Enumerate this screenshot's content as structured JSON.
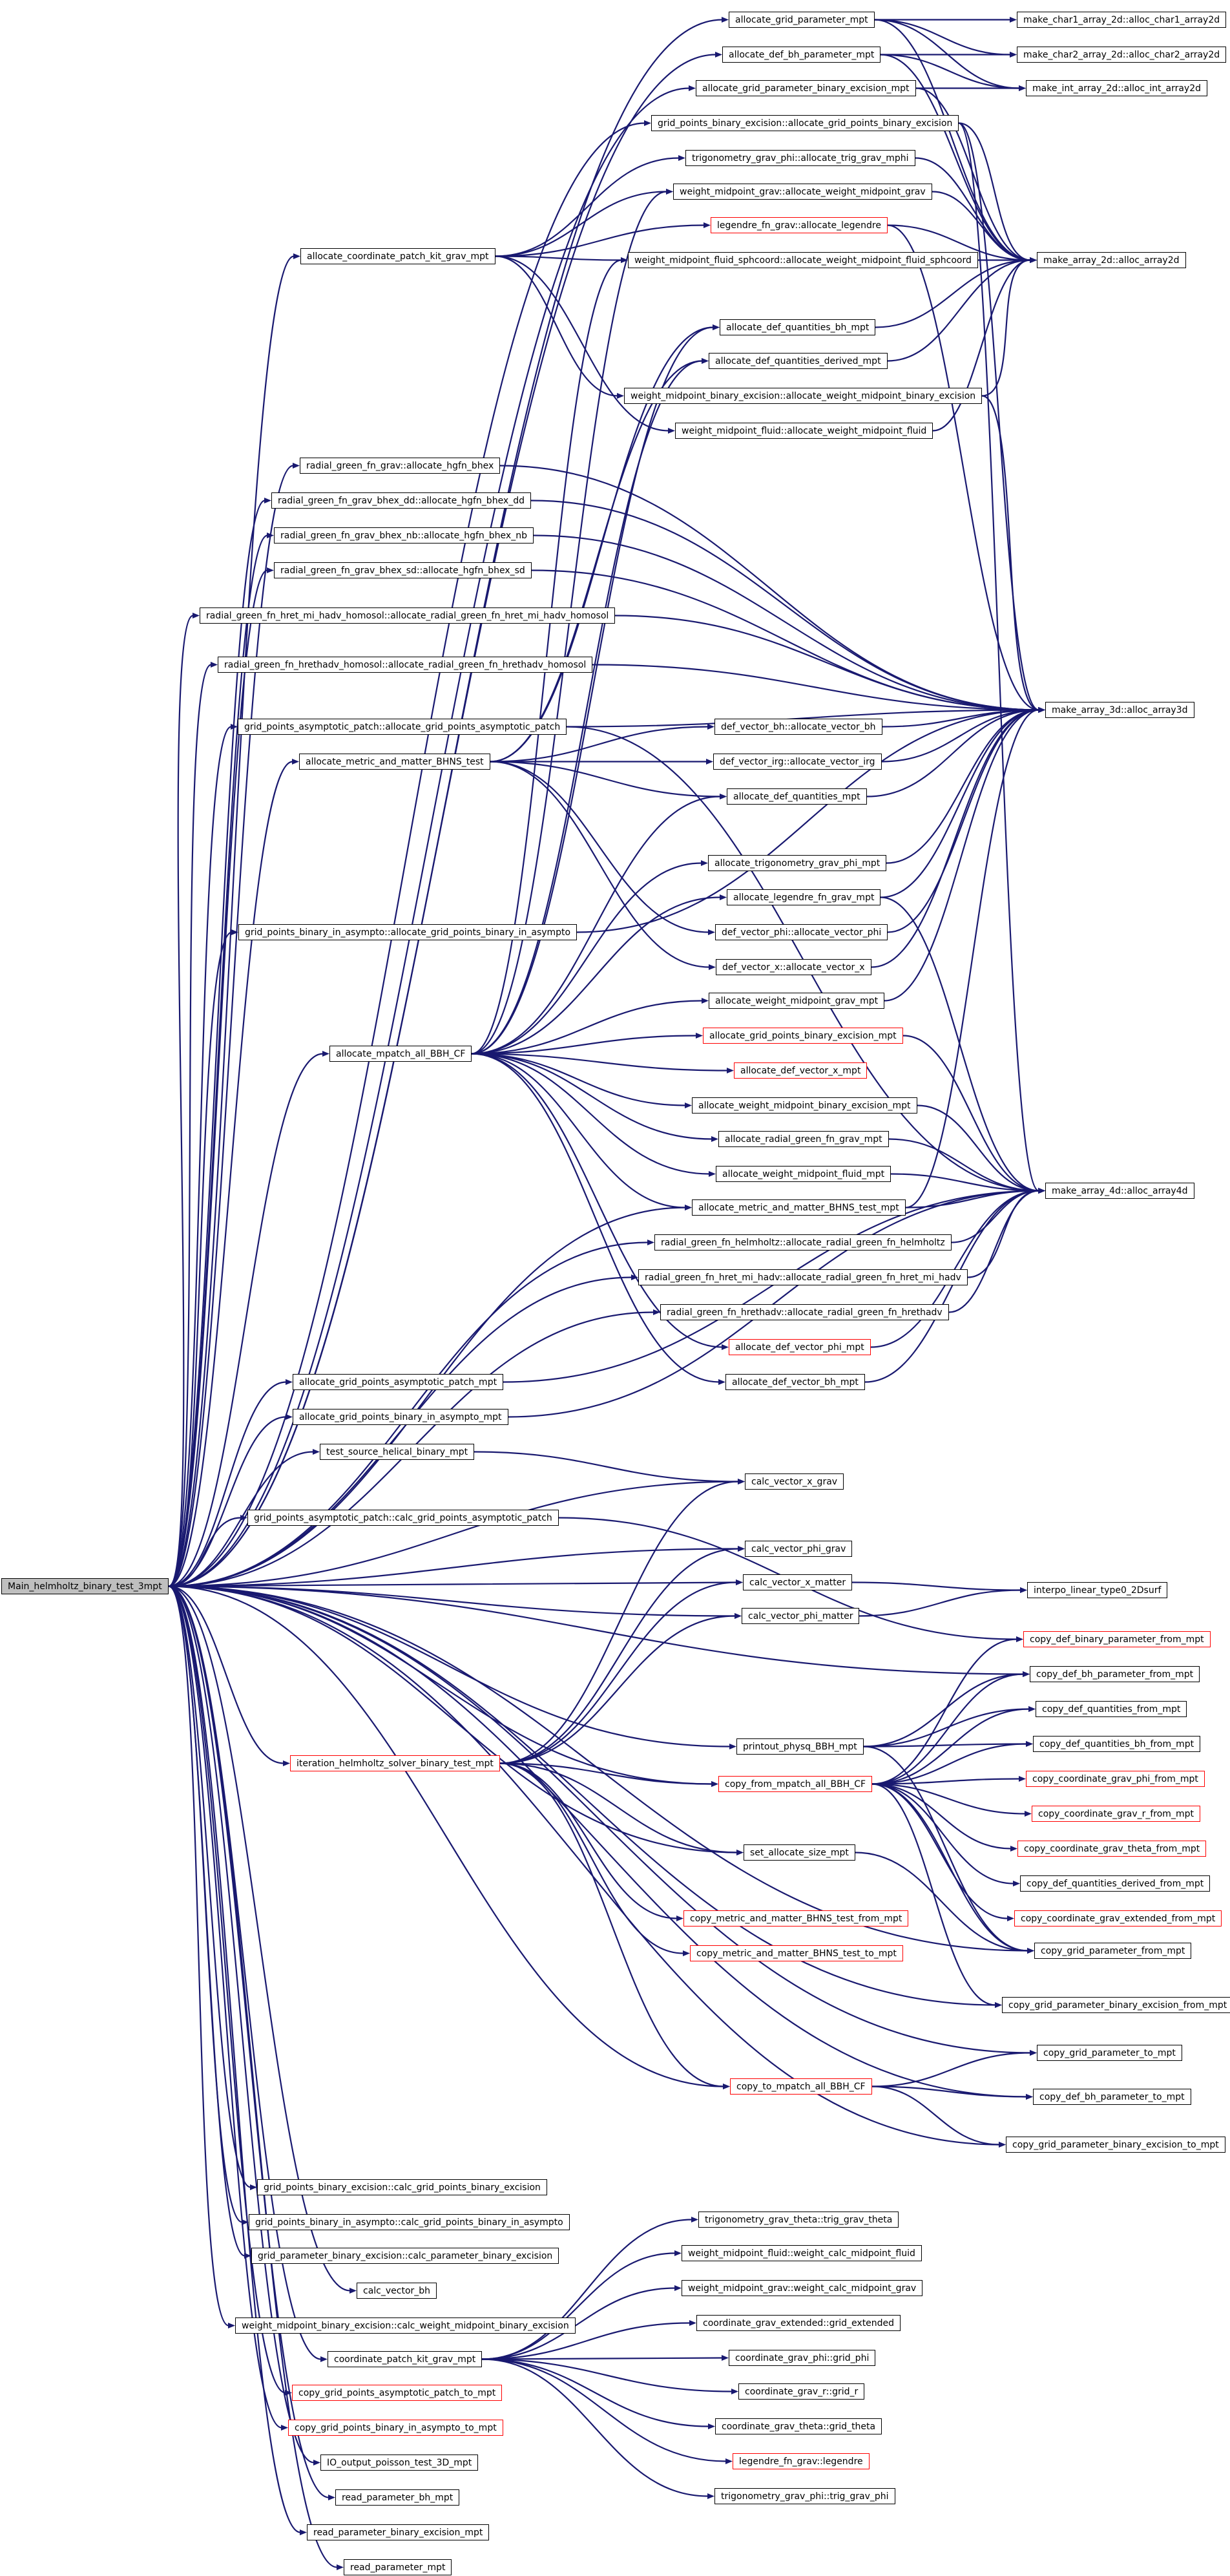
{
  "diagram": {
    "root": "Main_helmholtz_binary_test_3mpt",
    "nodes": [
      {
        "id": "n0",
        "label": "allocate_grid_parameter_mpt"
      },
      {
        "id": "n1",
        "label": "make_char1_array_2d::alloc_char1_array2d"
      },
      {
        "id": "n2",
        "label": "allocate_def_bh_parameter_mpt"
      },
      {
        "id": "n3",
        "label": "make_char2_array_2d::alloc_char2_array2d"
      },
      {
        "id": "n4",
        "label": "allocate_grid_parameter_binary_excision_mpt"
      },
      {
        "id": "n5",
        "label": "make_int_array_2d::alloc_int_array2d"
      },
      {
        "id": "n6",
        "label": "grid_points_binary_excision::allocate_grid_points_binary_excision"
      },
      {
        "id": "n7",
        "label": "trigonometry_grav_phi::allocate_trig_grav_mphi"
      },
      {
        "id": "n8",
        "label": "weight_midpoint_grav::allocate_weight_midpoint_grav"
      },
      {
        "id": "n9",
        "label": "legendre_fn_grav::allocate_legendre",
        "red": true
      },
      {
        "id": "n10",
        "label": "allocate_coordinate_patch_kit_grav_mpt"
      },
      {
        "id": "n11",
        "label": "weight_midpoint_fluid_sphcoord::allocate_weight_midpoint_fluid_sphcoord"
      },
      {
        "id": "n12",
        "label": "make_array_2d::alloc_array2d"
      },
      {
        "id": "n13",
        "label": "allocate_def_quantities_bh_mpt"
      },
      {
        "id": "n14",
        "label": "allocate_def_quantities_derived_mpt"
      },
      {
        "id": "n15",
        "label": "weight_midpoint_binary_excision::allocate_weight_midpoint_binary_excision"
      },
      {
        "id": "n16",
        "label": "weight_midpoint_fluid::allocate_weight_midpoint_fluid"
      },
      {
        "id": "n17",
        "label": "radial_green_fn_grav::allocate_hgfn_bhex"
      },
      {
        "id": "n18",
        "label": "radial_green_fn_grav_bhex_dd::allocate_hgfn_bhex_dd"
      },
      {
        "id": "n19",
        "label": "radial_green_fn_grav_bhex_nb::allocate_hgfn_bhex_nb"
      },
      {
        "id": "n20",
        "label": "radial_green_fn_grav_bhex_sd::allocate_hgfn_bhex_sd"
      },
      {
        "id": "n21",
        "label": "radial_green_fn_hret_mi_hadv_homosol::allocate_radial_green_fn_hret_mi_hadv_homosol"
      },
      {
        "id": "n22",
        "label": "radial_green_fn_hrethadv_homosol::allocate_radial_green_fn_hrethadv_homosol"
      },
      {
        "id": "n23",
        "label": "grid_points_asymptotic_patch::allocate_grid_points_asymptotic_patch"
      },
      {
        "id": "n24",
        "label": "make_array_3d::alloc_array3d"
      },
      {
        "id": "n25",
        "label": "def_vector_bh::allocate_vector_bh"
      },
      {
        "id": "n26",
        "label": "allocate_metric_and_matter_BHNS_test"
      },
      {
        "id": "n27",
        "label": "def_vector_irg::allocate_vector_irg"
      },
      {
        "id": "n28",
        "label": "allocate_def_quantities_mpt"
      },
      {
        "id": "n29",
        "label": "allocate_trigonometry_grav_phi_mpt"
      },
      {
        "id": "n30",
        "label": "allocate_legendre_fn_grav_mpt"
      },
      {
        "id": "n31",
        "label": "grid_points_binary_in_asympto::allocate_grid_points_binary_in_asympto"
      },
      {
        "id": "n32",
        "label": "def_vector_phi::allocate_vector_phi"
      },
      {
        "id": "n33",
        "label": "def_vector_x::allocate_vector_x"
      },
      {
        "id": "n34",
        "label": "allocate_weight_midpoint_grav_mpt"
      },
      {
        "id": "n35",
        "label": "allocate_mpatch_all_BBH_CF"
      },
      {
        "id": "n36",
        "label": "allocate_grid_points_binary_excision_mpt",
        "red": true
      },
      {
        "id": "n37",
        "label": "allocate_def_vector_x_mpt",
        "red": true
      },
      {
        "id": "n38",
        "label": "allocate_weight_midpoint_binary_excision_mpt"
      },
      {
        "id": "n39",
        "label": "allocate_radial_green_fn_grav_mpt"
      },
      {
        "id": "n40",
        "label": "allocate_weight_midpoint_fluid_mpt"
      },
      {
        "id": "n41",
        "label": "make_array_4d::alloc_array4d"
      },
      {
        "id": "n42",
        "label": "allocate_metric_and_matter_BHNS_test_mpt"
      },
      {
        "id": "n43",
        "label": "radial_green_fn_helmholtz::allocate_radial_green_fn_helmholtz"
      },
      {
        "id": "n44",
        "label": "radial_green_fn_hret_mi_hadv::allocate_radial_green_fn_hret_mi_hadv"
      },
      {
        "id": "n45",
        "label": "radial_green_fn_hrethadv::allocate_radial_green_fn_hrethadv"
      },
      {
        "id": "n46",
        "label": "allocate_def_vector_phi_mpt",
        "red": true
      },
      {
        "id": "n47",
        "label": "allocate_grid_points_asymptotic_patch_mpt"
      },
      {
        "id": "n48",
        "label": "allocate_def_vector_bh_mpt"
      },
      {
        "id": "n49",
        "label": "allocate_grid_points_binary_in_asympto_mpt"
      },
      {
        "id": "n50",
        "label": "test_source_helical_binary_mpt"
      },
      {
        "id": "n51",
        "label": "calc_vector_x_grav"
      },
      {
        "id": "n52",
        "label": "grid_points_asymptotic_patch::calc_grid_points_asymptotic_patch"
      },
      {
        "id": "n53",
        "label": "calc_vector_phi_grav"
      },
      {
        "id": "n54",
        "label": "Main_helmholtz_binary_test_3mpt",
        "root": true
      },
      {
        "id": "n55",
        "label": "calc_vector_x_matter"
      },
      {
        "id": "n56",
        "label": "interpo_linear_type0_2Dsurf"
      },
      {
        "id": "n57",
        "label": "calc_vector_phi_matter"
      },
      {
        "id": "n58",
        "label": "copy_def_binary_parameter_from_mpt",
        "red": true
      },
      {
        "id": "n59",
        "label": "copy_def_bh_parameter_from_mpt"
      },
      {
        "id": "n60",
        "label": "copy_def_quantities_from_mpt"
      },
      {
        "id": "n61",
        "label": "printout_physq_BBH_mpt"
      },
      {
        "id": "n62",
        "label": "copy_def_quantities_bh_from_mpt"
      },
      {
        "id": "n63",
        "label": "iteration_helmholtz_solver_binary_test_mpt",
        "red": true
      },
      {
        "id": "n64",
        "label": "copy_from_mpatch_all_BBH_CF",
        "red": true
      },
      {
        "id": "n65",
        "label": "copy_coordinate_grav_phi_from_mpt",
        "red": true
      },
      {
        "id": "n66",
        "label": "copy_coordinate_grav_r_from_mpt",
        "red": true
      },
      {
        "id": "n67",
        "label": "set_allocate_size_mpt"
      },
      {
        "id": "n68",
        "label": "copy_coordinate_grav_theta_from_mpt",
        "red": true
      },
      {
        "id": "n69",
        "label": "copy_def_quantities_derived_from_mpt"
      },
      {
        "id": "n70",
        "label": "copy_metric_and_matter_BHNS_test_from_mpt",
        "red": true
      },
      {
        "id": "n71",
        "label": "copy_coordinate_grav_extended_from_mpt",
        "red": true
      },
      {
        "id": "n72",
        "label": "copy_grid_parameter_from_mpt"
      },
      {
        "id": "n73",
        "label": "copy_metric_and_matter_BHNS_test_to_mpt",
        "red": true
      },
      {
        "id": "n74",
        "label": "copy_grid_parameter_binary_excision_from_mpt"
      },
      {
        "id": "n75",
        "label": "copy_grid_parameter_to_mpt"
      },
      {
        "id": "n76",
        "label": "copy_to_mpatch_all_BBH_CF",
        "red": true
      },
      {
        "id": "n77",
        "label": "copy_def_bh_parameter_to_mpt"
      },
      {
        "id": "n78",
        "label": "copy_grid_parameter_binary_excision_to_mpt"
      },
      {
        "id": "n79",
        "label": "grid_points_binary_excision::calc_grid_points_binary_excision"
      },
      {
        "id": "n80",
        "label": "trigonometry_grav_theta::trig_grav_theta"
      },
      {
        "id": "n81",
        "label": "grid_points_binary_in_asympto::calc_grid_points_binary_in_asympto"
      },
      {
        "id": "n82",
        "label": "weight_midpoint_fluid::weight_calc_midpoint_fluid"
      },
      {
        "id": "n83",
        "label": "grid_parameter_binary_excision::calc_parameter_binary_excision"
      },
      {
        "id": "n84",
        "label": "weight_midpoint_grav::weight_calc_midpoint_grav"
      },
      {
        "id": "n85",
        "label": "calc_vector_bh"
      },
      {
        "id": "n86",
        "label": "coordinate_grav_extended::grid_extended"
      },
      {
        "id": "n87",
        "label": "weight_midpoint_binary_excision::calc_weight_midpoint_binary_excision"
      },
      {
        "id": "n88",
        "label": "coordinate_grav_phi::grid_phi"
      },
      {
        "id": "n89",
        "label": "coordinate_patch_kit_grav_mpt"
      },
      {
        "id": "n90",
        "label": "coordinate_grav_r::grid_r"
      },
      {
        "id": "n91",
        "label": "copy_grid_points_asymptotic_patch_to_mpt",
        "red": true
      },
      {
        "id": "n92",
        "label": "coordinate_grav_theta::grid_theta"
      },
      {
        "id": "n93",
        "label": "copy_grid_points_binary_in_asympto_to_mpt",
        "red": true
      },
      {
        "id": "n94",
        "label": "legendre_fn_grav::legendre",
        "red": true
      },
      {
        "id": "n95",
        "label": "IO_output_poisson_test_3D_mpt"
      },
      {
        "id": "n96",
        "label": "trigonometry_grav_phi::trig_grav_phi"
      },
      {
        "id": "n97",
        "label": "read_parameter_bh_mpt"
      },
      {
        "id": "n98",
        "label": "read_parameter_binary_excision_mpt"
      },
      {
        "id": "n99",
        "label": "read_parameter_mpt"
      }
    ],
    "edges": [
      [
        "n54",
        "n0"
      ],
      [
        "n54",
        "n2"
      ],
      [
        "n54",
        "n4"
      ],
      [
        "n54",
        "n6"
      ],
      [
        "n54",
        "n10"
      ],
      [
        "n54",
        "n17"
      ],
      [
        "n54",
        "n18"
      ],
      [
        "n54",
        "n19"
      ],
      [
        "n54",
        "n20"
      ],
      [
        "n54",
        "n21"
      ],
      [
        "n54",
        "n22"
      ],
      [
        "n54",
        "n23"
      ],
      [
        "n54",
        "n26"
      ],
      [
        "n54",
        "n31"
      ],
      [
        "n54",
        "n35"
      ],
      [
        "n54",
        "n42"
      ],
      [
        "n54",
        "n43"
      ],
      [
        "n54",
        "n44"
      ],
      [
        "n54",
        "n45"
      ],
      [
        "n54",
        "n47"
      ],
      [
        "n54",
        "n49"
      ],
      [
        "n54",
        "n50"
      ],
      [
        "n54",
        "n51"
      ],
      [
        "n54",
        "n52"
      ],
      [
        "n54",
        "n53"
      ],
      [
        "n54",
        "n55"
      ],
      [
        "n54",
        "n57"
      ],
      [
        "n54",
        "n59"
      ],
      [
        "n54",
        "n61"
      ],
      [
        "n54",
        "n63"
      ],
      [
        "n54",
        "n64"
      ],
      [
        "n54",
        "n67"
      ],
      [
        "n54",
        "n72"
      ],
      [
        "n54",
        "n74"
      ],
      [
        "n54",
        "n75"
      ],
      [
        "n54",
        "n76"
      ],
      [
        "n54",
        "n77"
      ],
      [
        "n54",
        "n78"
      ],
      [
        "n54",
        "n79"
      ],
      [
        "n54",
        "n81"
      ],
      [
        "n54",
        "n83"
      ],
      [
        "n54",
        "n85"
      ],
      [
        "n54",
        "n87"
      ],
      [
        "n54",
        "n89"
      ],
      [
        "n54",
        "n91"
      ],
      [
        "n54",
        "n93"
      ],
      [
        "n54",
        "n95"
      ],
      [
        "n54",
        "n97"
      ],
      [
        "n54",
        "n98"
      ],
      [
        "n54",
        "n99"
      ],
      [
        "n0",
        "n1"
      ],
      [
        "n0",
        "n3"
      ],
      [
        "n0",
        "n5"
      ],
      [
        "n0",
        "n12"
      ],
      [
        "n2",
        "n3"
      ],
      [
        "n2",
        "n5"
      ],
      [
        "n2",
        "n12"
      ],
      [
        "n4",
        "n5"
      ],
      [
        "n4",
        "n12"
      ],
      [
        "n6",
        "n12"
      ],
      [
        "n6",
        "n24"
      ],
      [
        "n6",
        "n41"
      ],
      [
        "n10",
        "n7"
      ],
      [
        "n10",
        "n8"
      ],
      [
        "n10",
        "n9"
      ],
      [
        "n10",
        "n11"
      ],
      [
        "n10",
        "n15"
      ],
      [
        "n10",
        "n16"
      ],
      [
        "n7",
        "n12"
      ],
      [
        "n8",
        "n12"
      ],
      [
        "n9",
        "n12"
      ],
      [
        "n9",
        "n24"
      ],
      [
        "n11",
        "n12"
      ],
      [
        "n15",
        "n12"
      ],
      [
        "n15",
        "n24"
      ],
      [
        "n16",
        "n12"
      ],
      [
        "n13",
        "n12"
      ],
      [
        "n14",
        "n12"
      ],
      [
        "n17",
        "n24"
      ],
      [
        "n18",
        "n24"
      ],
      [
        "n19",
        "n24"
      ],
      [
        "n20",
        "n24"
      ],
      [
        "n21",
        "n24"
      ],
      [
        "n22",
        "n24"
      ],
      [
        "n23",
        "n24"
      ],
      [
        "n23",
        "n41"
      ],
      [
        "n26",
        "n13"
      ],
      [
        "n26",
        "n14"
      ],
      [
        "n26",
        "n25"
      ],
      [
        "n26",
        "n27"
      ],
      [
        "n26",
        "n28"
      ],
      [
        "n26",
        "n32"
      ],
      [
        "n26",
        "n33"
      ],
      [
        "n25",
        "n24"
      ],
      [
        "n27",
        "n24"
      ],
      [
        "n28",
        "n24"
      ],
      [
        "n29",
        "n24"
      ],
      [
        "n30",
        "n24"
      ],
      [
        "n30",
        "n41"
      ],
      [
        "n31",
        "n24"
      ],
      [
        "n32",
        "n24"
      ],
      [
        "n33",
        "n24"
      ],
      [
        "n35",
        "n8"
      ],
      [
        "n35",
        "n11"
      ],
      [
        "n35",
        "n13"
      ],
      [
        "n35",
        "n14"
      ],
      [
        "n35",
        "n28"
      ],
      [
        "n35",
        "n29"
      ],
      [
        "n35",
        "n30"
      ],
      [
        "n35",
        "n34"
      ],
      [
        "n35",
        "n36"
      ],
      [
        "n35",
        "n37"
      ],
      [
        "n35",
        "n38"
      ],
      [
        "n35",
        "n39"
      ],
      [
        "n35",
        "n40"
      ],
      [
        "n35",
        "n42"
      ],
      [
        "n35",
        "n46"
      ],
      [
        "n35",
        "n48"
      ],
      [
        "n34",
        "n24"
      ],
      [
        "n36",
        "n41"
      ],
      [
        "n38",
        "n41"
      ],
      [
        "n39",
        "n41"
      ],
      [
        "n40",
        "n41"
      ],
      [
        "n42",
        "n24"
      ],
      [
        "n42",
        "n41"
      ],
      [
        "n43",
        "n41"
      ],
      [
        "n44",
        "n41"
      ],
      [
        "n45",
        "n41"
      ],
      [
        "n46",
        "n41"
      ],
      [
        "n48",
        "n41"
      ],
      [
        "n47",
        "n41"
      ],
      [
        "n49",
        "n41"
      ],
      [
        "n50",
        "n51"
      ],
      [
        "n52",
        "n58"
      ],
      [
        "n55",
        "n56"
      ],
      [
        "n57",
        "n56"
      ],
      [
        "n61",
        "n59"
      ],
      [
        "n61",
        "n60"
      ],
      [
        "n61",
        "n62"
      ],
      [
        "n61",
        "n72"
      ],
      [
        "n63",
        "n51"
      ],
      [
        "n63",
        "n53"
      ],
      [
        "n63",
        "n55"
      ],
      [
        "n63",
        "n57"
      ],
      [
        "n63",
        "n64"
      ],
      [
        "n63",
        "n67"
      ],
      [
        "n63",
        "n70"
      ],
      [
        "n63",
        "n73"
      ],
      [
        "n63",
        "n76"
      ],
      [
        "n64",
        "n58"
      ],
      [
        "n64",
        "n59"
      ],
      [
        "n64",
        "n60"
      ],
      [
        "n64",
        "n62"
      ],
      [
        "n64",
        "n65"
      ],
      [
        "n64",
        "n66"
      ],
      [
        "n64",
        "n68"
      ],
      [
        "n64",
        "n69"
      ],
      [
        "n64",
        "n71"
      ],
      [
        "n64",
        "n72"
      ],
      [
        "n64",
        "n74"
      ],
      [
        "n67",
        "n72"
      ],
      [
        "n76",
        "n75"
      ],
      [
        "n76",
        "n77"
      ],
      [
        "n76",
        "n78"
      ],
      [
        "n89",
        "n80"
      ],
      [
        "n89",
        "n82"
      ],
      [
        "n89",
        "n84"
      ],
      [
        "n89",
        "n86"
      ],
      [
        "n89",
        "n88"
      ],
      [
        "n89",
        "n90"
      ],
      [
        "n89",
        "n92"
      ],
      [
        "n89",
        "n94"
      ],
      [
        "n89",
        "n96"
      ]
    ]
  }
}
